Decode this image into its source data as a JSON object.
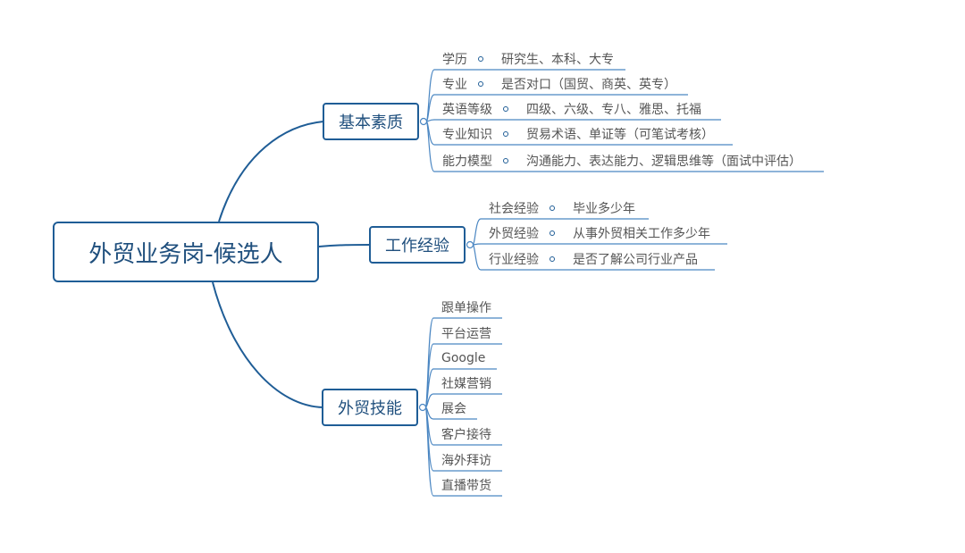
{
  "root": {
    "label": "外贸业务岗-候选人"
  },
  "branches": [
    {
      "label": "基本素质",
      "items": [
        {
          "key": "学历",
          "value": "研究生、本科、大专"
        },
        {
          "key": "专业",
          "value": "是否对口（国贸、商英、英专）"
        },
        {
          "key": "英语等级",
          "value": "四级、六级、专八、雅思、托福"
        },
        {
          "key": "专业知识",
          "value": "贸易术语、单证等（可笔试考核）"
        },
        {
          "key": "能力模型",
          "value": "沟通能力、表达能力、逻辑思维等（面试中评估）"
        }
      ]
    },
    {
      "label": "工作经验",
      "items": [
        {
          "key": "社会经验",
          "value": "毕业多少年"
        },
        {
          "key": "外贸经验",
          "value": "从事外贸相关工作多少年"
        },
        {
          "key": "行业经验",
          "value": "是否了解公司行业产品"
        }
      ]
    },
    {
      "label": "外贸技能",
      "items": [
        {
          "key": "跟单操作"
        },
        {
          "key": "平台运营"
        },
        {
          "key": "Google"
        },
        {
          "key": "社媒营销"
        },
        {
          "key": "展会"
        },
        {
          "key": "客户接待"
        },
        {
          "key": "海外拜访"
        },
        {
          "key": "直播带货"
        }
      ]
    }
  ],
  "colors": {
    "line": "#1f5d96",
    "leaf_line": "#4a86c2",
    "text": "#555555"
  }
}
